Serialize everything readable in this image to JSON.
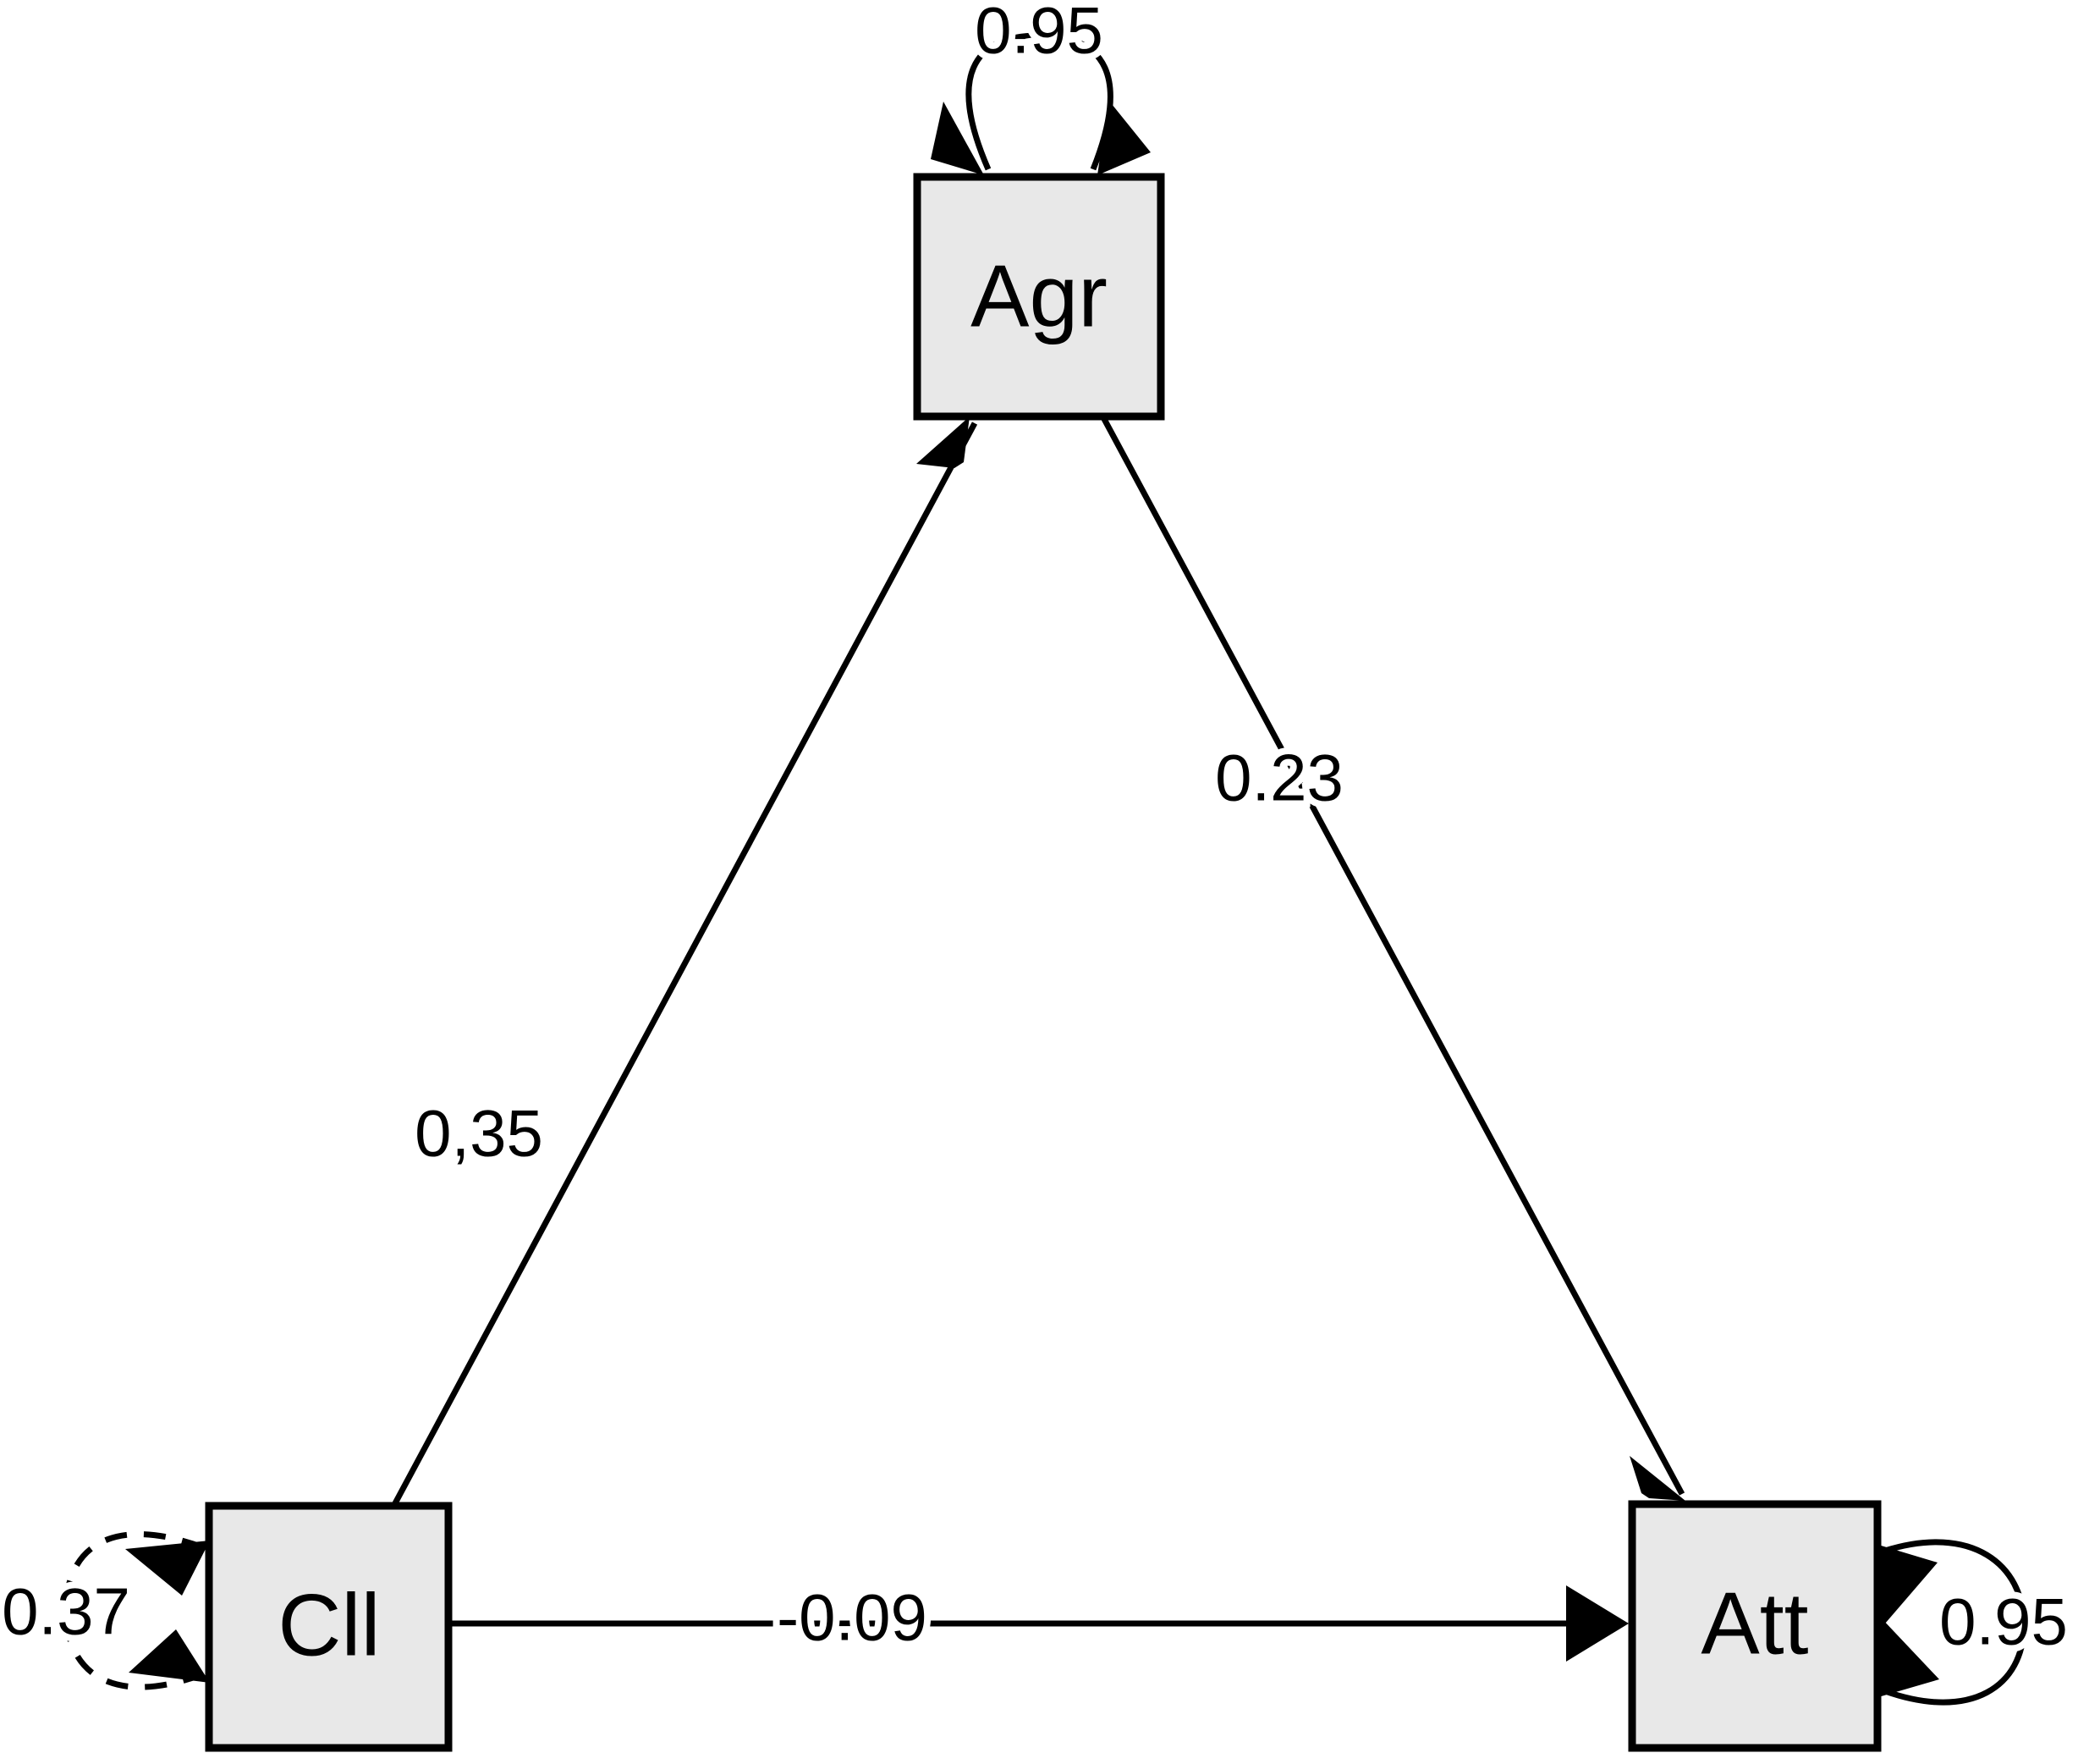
{
  "diagram": {
    "type": "path-diagram",
    "title": "",
    "background_color": "#ffffff",
    "node_fill_color": "#e8e8e8",
    "node_stroke_color": "#000000",
    "edge_color": "#000000",
    "nodes": [
      {
        "id": "agr",
        "label": "Agr",
        "position": "top-center"
      },
      {
        "id": "cll",
        "label": "Cll",
        "position": "bottom-left"
      },
      {
        "id": "att",
        "label": "Att",
        "position": "bottom-right"
      }
    ],
    "directed_edges": [
      {
        "from": "cll",
        "to": "agr",
        "label": "0,35",
        "style": "solid"
      },
      {
        "from": "agr",
        "to": "att",
        "label": "0.23",
        "style": "solid"
      },
      {
        "from": "cll",
        "to": "att",
        "label": "-0.09",
        "style": "solid"
      }
    ],
    "self_loops": [
      {
        "node": "agr",
        "label": "0.95",
        "style": "solid",
        "side": "top"
      },
      {
        "node": "cll",
        "label": "0.37",
        "style": "dashed",
        "side": "left"
      },
      {
        "node": "att",
        "label": "0.95",
        "style": "solid",
        "side": "right"
      }
    ]
  },
  "chart_data": {
    "type": "diagram",
    "title": "",
    "nodes": [
      "Agr",
      "Cll",
      "Att"
    ],
    "edges": [
      {
        "source": "Cll",
        "target": "Agr",
        "value": "0,35",
        "numeric": 0.35
      },
      {
        "source": "Agr",
        "target": "Att",
        "value": "0.23",
        "numeric": 0.23
      },
      {
        "source": "Cll",
        "target": "Att",
        "value": "-0.09",
        "numeric": -0.09
      },
      {
        "source": "Agr",
        "target": "Agr",
        "value": "0.95",
        "numeric": 0.95
      },
      {
        "source": "Cll",
        "target": "Cll",
        "value": "0.37",
        "numeric": 0.37
      },
      {
        "source": "Att",
        "target": "Att",
        "value": "0.95",
        "numeric": 0.95
      }
    ]
  }
}
